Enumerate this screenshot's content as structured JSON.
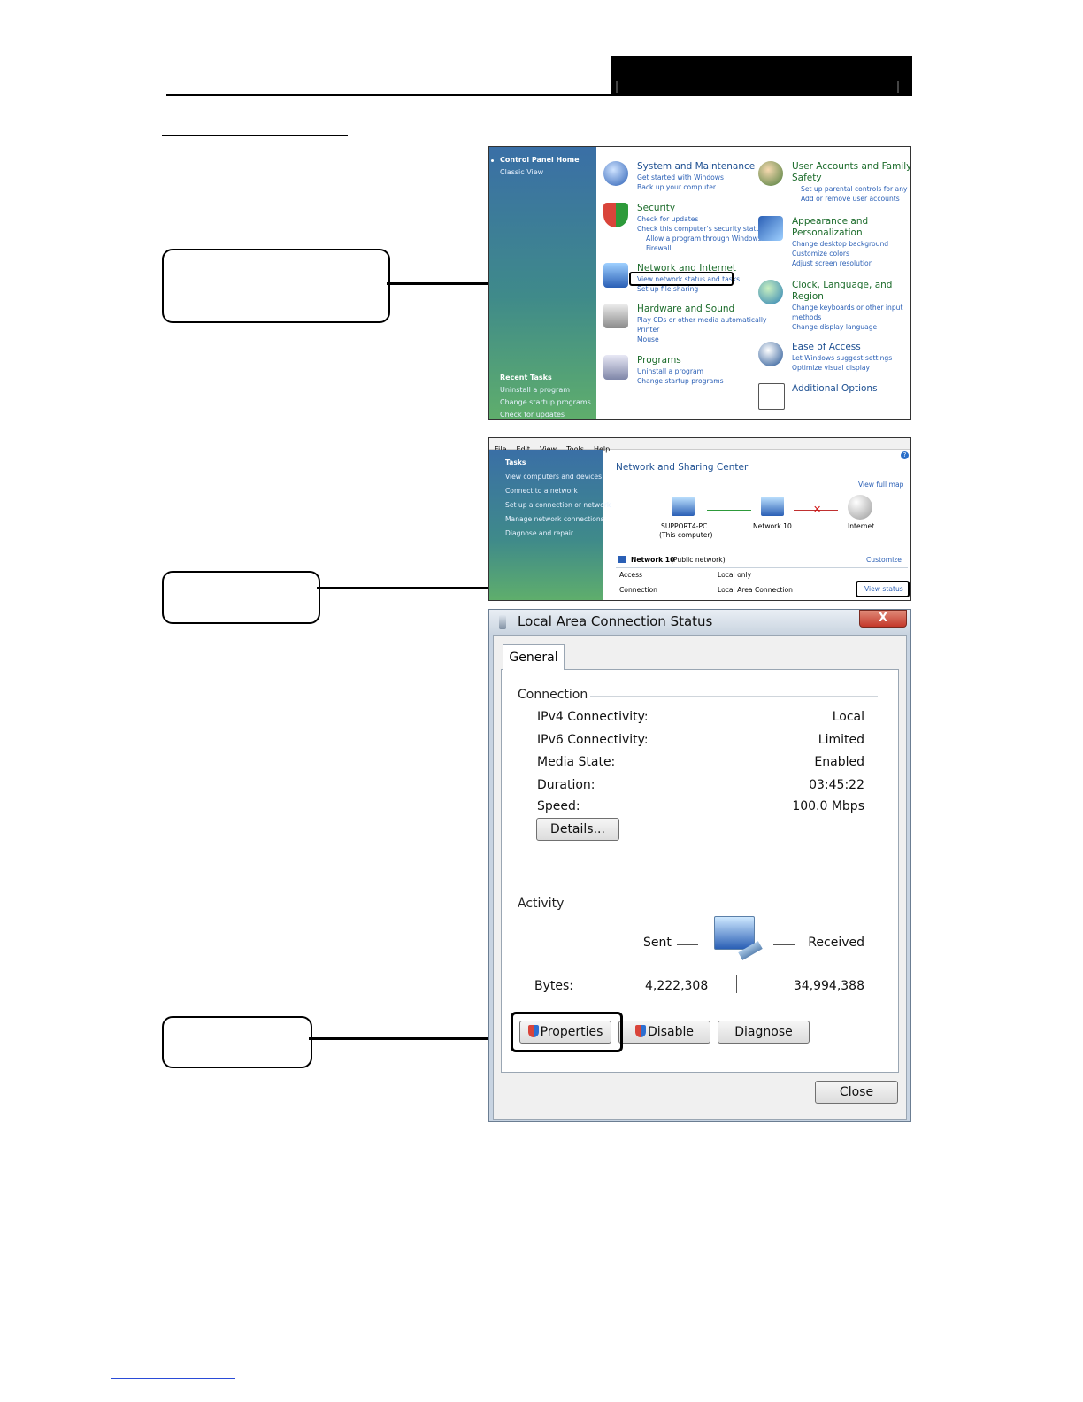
{
  "control_panel": {
    "sidebar": {
      "home": "Control Panel Home",
      "classic": "Classic View",
      "recent_title": "Recent Tasks",
      "recent": [
        "Uninstall a program",
        "Change startup programs",
        "Check for updates"
      ]
    },
    "categories": [
      {
        "title": "System and Maintenance",
        "links": [
          "Get started with Windows",
          "Back up your computer"
        ]
      },
      {
        "title": "Security",
        "links": [
          "Check for updates",
          "Check this computer's security status",
          "Allow a program through Windows",
          "Firewall"
        ]
      },
      {
        "title": "Network and Internet",
        "links": [
          "View network status and tasks",
          "Set up file sharing"
        ]
      },
      {
        "title": "Hardware and Sound",
        "links": [
          "Play CDs or other media automatically",
          "Printer",
          "Mouse"
        ]
      },
      {
        "title": "Programs",
        "links": [
          "Uninstall a program",
          "Change startup programs"
        ]
      },
      {
        "title": "User Accounts and Family",
        "title2": "Safety",
        "links": [
          "Set up parental controls for any user",
          "Add or remove user accounts"
        ]
      },
      {
        "title": "Appearance and",
        "title2": "Personalization",
        "links": [
          "Change desktop background",
          "Customize colors",
          "Adjust screen resolution"
        ]
      },
      {
        "title": "Clock, Language, and",
        "title2": "Region",
        "links": [
          "Change keyboards or other input",
          "methods",
          "Change display language"
        ]
      },
      {
        "title": "Ease of Access",
        "links": [
          "Let Windows suggest settings",
          "Optimize visual display"
        ]
      },
      {
        "title": "Additional Options",
        "links": []
      }
    ]
  },
  "network_center": {
    "menu": [
      "File",
      "Edit",
      "View",
      "Tools",
      "Help"
    ],
    "sidebar": {
      "title": "Tasks",
      "items": [
        "View computers and devices",
        "Connect to a network",
        "Set up a connection or network",
        "Manage network connections",
        "Diagnose and repair"
      ]
    },
    "title": "Network and Sharing Center",
    "view_full_map": "View full map",
    "map": {
      "computer": "SUPPORT4-PC",
      "computer_sub": "(This computer)",
      "network": "Network  10",
      "internet": "Internet"
    },
    "network_name": "Network  10",
    "network_type": "(Public network)",
    "customize": "Customize",
    "access_label": "Access",
    "access_value": "Local only",
    "connection_label": "Connection",
    "connection_value": "Local Area Connection",
    "view_status": "View status"
  },
  "status_dialog": {
    "title": "Local Area Connection Status",
    "close_x": "X",
    "tab": "General",
    "connection_group": "Connection",
    "rows": [
      {
        "label": "IPv4 Connectivity:",
        "value": "Local"
      },
      {
        "label": "IPv6 Connectivity:",
        "value": "Limited"
      },
      {
        "label": "Media State:",
        "value": "Enabled"
      },
      {
        "label": "Duration:",
        "value": "03:45:22"
      },
      {
        "label": "Speed:",
        "value": "100.0 Mbps"
      }
    ],
    "details_button": "Details...",
    "activity_group": "Activity",
    "sent_label": "Sent",
    "received_label": "Received",
    "bytes_label": "Bytes:",
    "bytes_sent": "4,222,308",
    "bytes_received": "34,994,388",
    "properties_button": "Properties",
    "disable_button": "Disable",
    "diagnose_button": "Diagnose",
    "close_button": "Close"
  }
}
